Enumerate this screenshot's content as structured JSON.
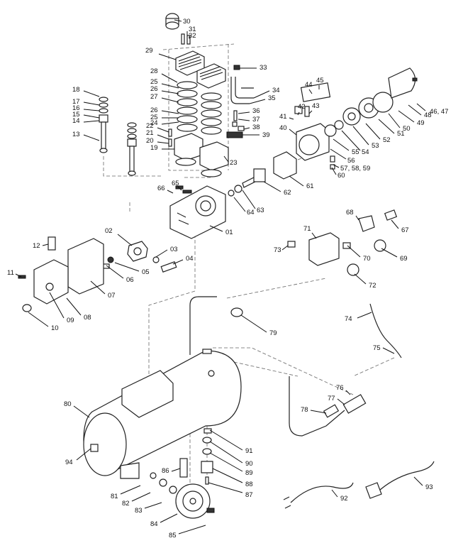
{
  "diagram": {
    "callouts": [
      {
        "id": "c30",
        "label": "30"
      },
      {
        "id": "c31",
        "label": "31"
      },
      {
        "id": "c32",
        "label": "32"
      },
      {
        "id": "c29",
        "label": "29"
      },
      {
        "id": "c33",
        "label": "33"
      },
      {
        "id": "c34",
        "label": "34"
      },
      {
        "id": "c35",
        "label": "35"
      },
      {
        "id": "c28",
        "label": "28"
      },
      {
        "id": "c25a",
        "label": "25"
      },
      {
        "id": "c26a",
        "label": "26"
      },
      {
        "id": "c27",
        "label": "27"
      },
      {
        "id": "c26b",
        "label": "26"
      },
      {
        "id": "c25b",
        "label": "25"
      },
      {
        "id": "c24",
        "label": "24"
      },
      {
        "id": "c22",
        "label": "22"
      },
      {
        "id": "c21",
        "label": "21"
      },
      {
        "id": "c20",
        "label": "20"
      },
      {
        "id": "c19",
        "label": "19"
      },
      {
        "id": "c23",
        "label": "23"
      },
      {
        "id": "c36",
        "label": "36"
      },
      {
        "id": "c37",
        "label": "37"
      },
      {
        "id": "c38",
        "label": "38"
      },
      {
        "id": "c39",
        "label": "39"
      },
      {
        "id": "c18",
        "label": "18"
      },
      {
        "id": "c17",
        "label": "17"
      },
      {
        "id": "c16",
        "label": "16"
      },
      {
        "id": "c15",
        "label": "15"
      },
      {
        "id": "c14",
        "label": "14"
      },
      {
        "id": "c13",
        "label": "13"
      },
      {
        "id": "c44",
        "label": "44"
      },
      {
        "id": "c45",
        "label": "45"
      },
      {
        "id": "c42",
        "label": "42"
      },
      {
        "id": "c43",
        "label": "43"
      },
      {
        "id": "c41",
        "label": "41"
      },
      {
        "id": "c40",
        "label": "40"
      },
      {
        "id": "c4647",
        "label": "46, 47"
      },
      {
        "id": "c48",
        "label": "48"
      },
      {
        "id": "c49",
        "label": "49"
      },
      {
        "id": "c50",
        "label": "50"
      },
      {
        "id": "c51",
        "label": "51"
      },
      {
        "id": "c52",
        "label": "52"
      },
      {
        "id": "c53",
        "label": "53"
      },
      {
        "id": "c54",
        "label": "54"
      },
      {
        "id": "c55",
        "label": "55"
      },
      {
        "id": "c56",
        "label": "56"
      },
      {
        "id": "c575859",
        "label": "57, 58, 59"
      },
      {
        "id": "c60",
        "label": "60"
      },
      {
        "id": "c61",
        "label": "61"
      },
      {
        "id": "c62",
        "label": "62"
      },
      {
        "id": "c63",
        "label": "63"
      },
      {
        "id": "c64",
        "label": "64"
      },
      {
        "id": "c65",
        "label": "65"
      },
      {
        "id": "c66",
        "label": "66"
      },
      {
        "id": "c01",
        "label": "01"
      },
      {
        "id": "c02",
        "label": "02"
      },
      {
        "id": "c03",
        "label": "03"
      },
      {
        "id": "c04",
        "label": "04"
      },
      {
        "id": "c05",
        "label": "05"
      },
      {
        "id": "c06",
        "label": "06"
      },
      {
        "id": "c07",
        "label": "07"
      },
      {
        "id": "c12",
        "label": "12"
      },
      {
        "id": "c11",
        "label": "11"
      },
      {
        "id": "c08",
        "label": "08"
      },
      {
        "id": "c09",
        "label": "09"
      },
      {
        "id": "c10",
        "label": "10"
      },
      {
        "id": "c68",
        "label": "68"
      },
      {
        "id": "c67",
        "label": "67"
      },
      {
        "id": "c71",
        "label": "71"
      },
      {
        "id": "c73",
        "label": "73"
      },
      {
        "id": "c70",
        "label": "70"
      },
      {
        "id": "c69",
        "label": "69"
      },
      {
        "id": "c72",
        "label": "72"
      },
      {
        "id": "c79",
        "label": "79"
      },
      {
        "id": "c74",
        "label": "74"
      },
      {
        "id": "c75",
        "label": "75"
      },
      {
        "id": "c80",
        "label": "80"
      },
      {
        "id": "c76",
        "label": "76"
      },
      {
        "id": "c77",
        "label": "77"
      },
      {
        "id": "c78",
        "label": "78"
      },
      {
        "id": "c91",
        "label": "91"
      },
      {
        "id": "c90",
        "label": "90"
      },
      {
        "id": "c89",
        "label": "89"
      },
      {
        "id": "c88",
        "label": "88"
      },
      {
        "id": "c87",
        "label": "87"
      },
      {
        "id": "c94",
        "label": "94"
      },
      {
        "id": "c86",
        "label": "86"
      },
      {
        "id": "c81",
        "label": "81"
      },
      {
        "id": "c82",
        "label": "82"
      },
      {
        "id": "c83",
        "label": "83"
      },
      {
        "id": "c84",
        "label": "84"
      },
      {
        "id": "c85",
        "label": "85"
      },
      {
        "id": "c92",
        "label": "92"
      },
      {
        "id": "c93",
        "label": "93"
      }
    ]
  }
}
